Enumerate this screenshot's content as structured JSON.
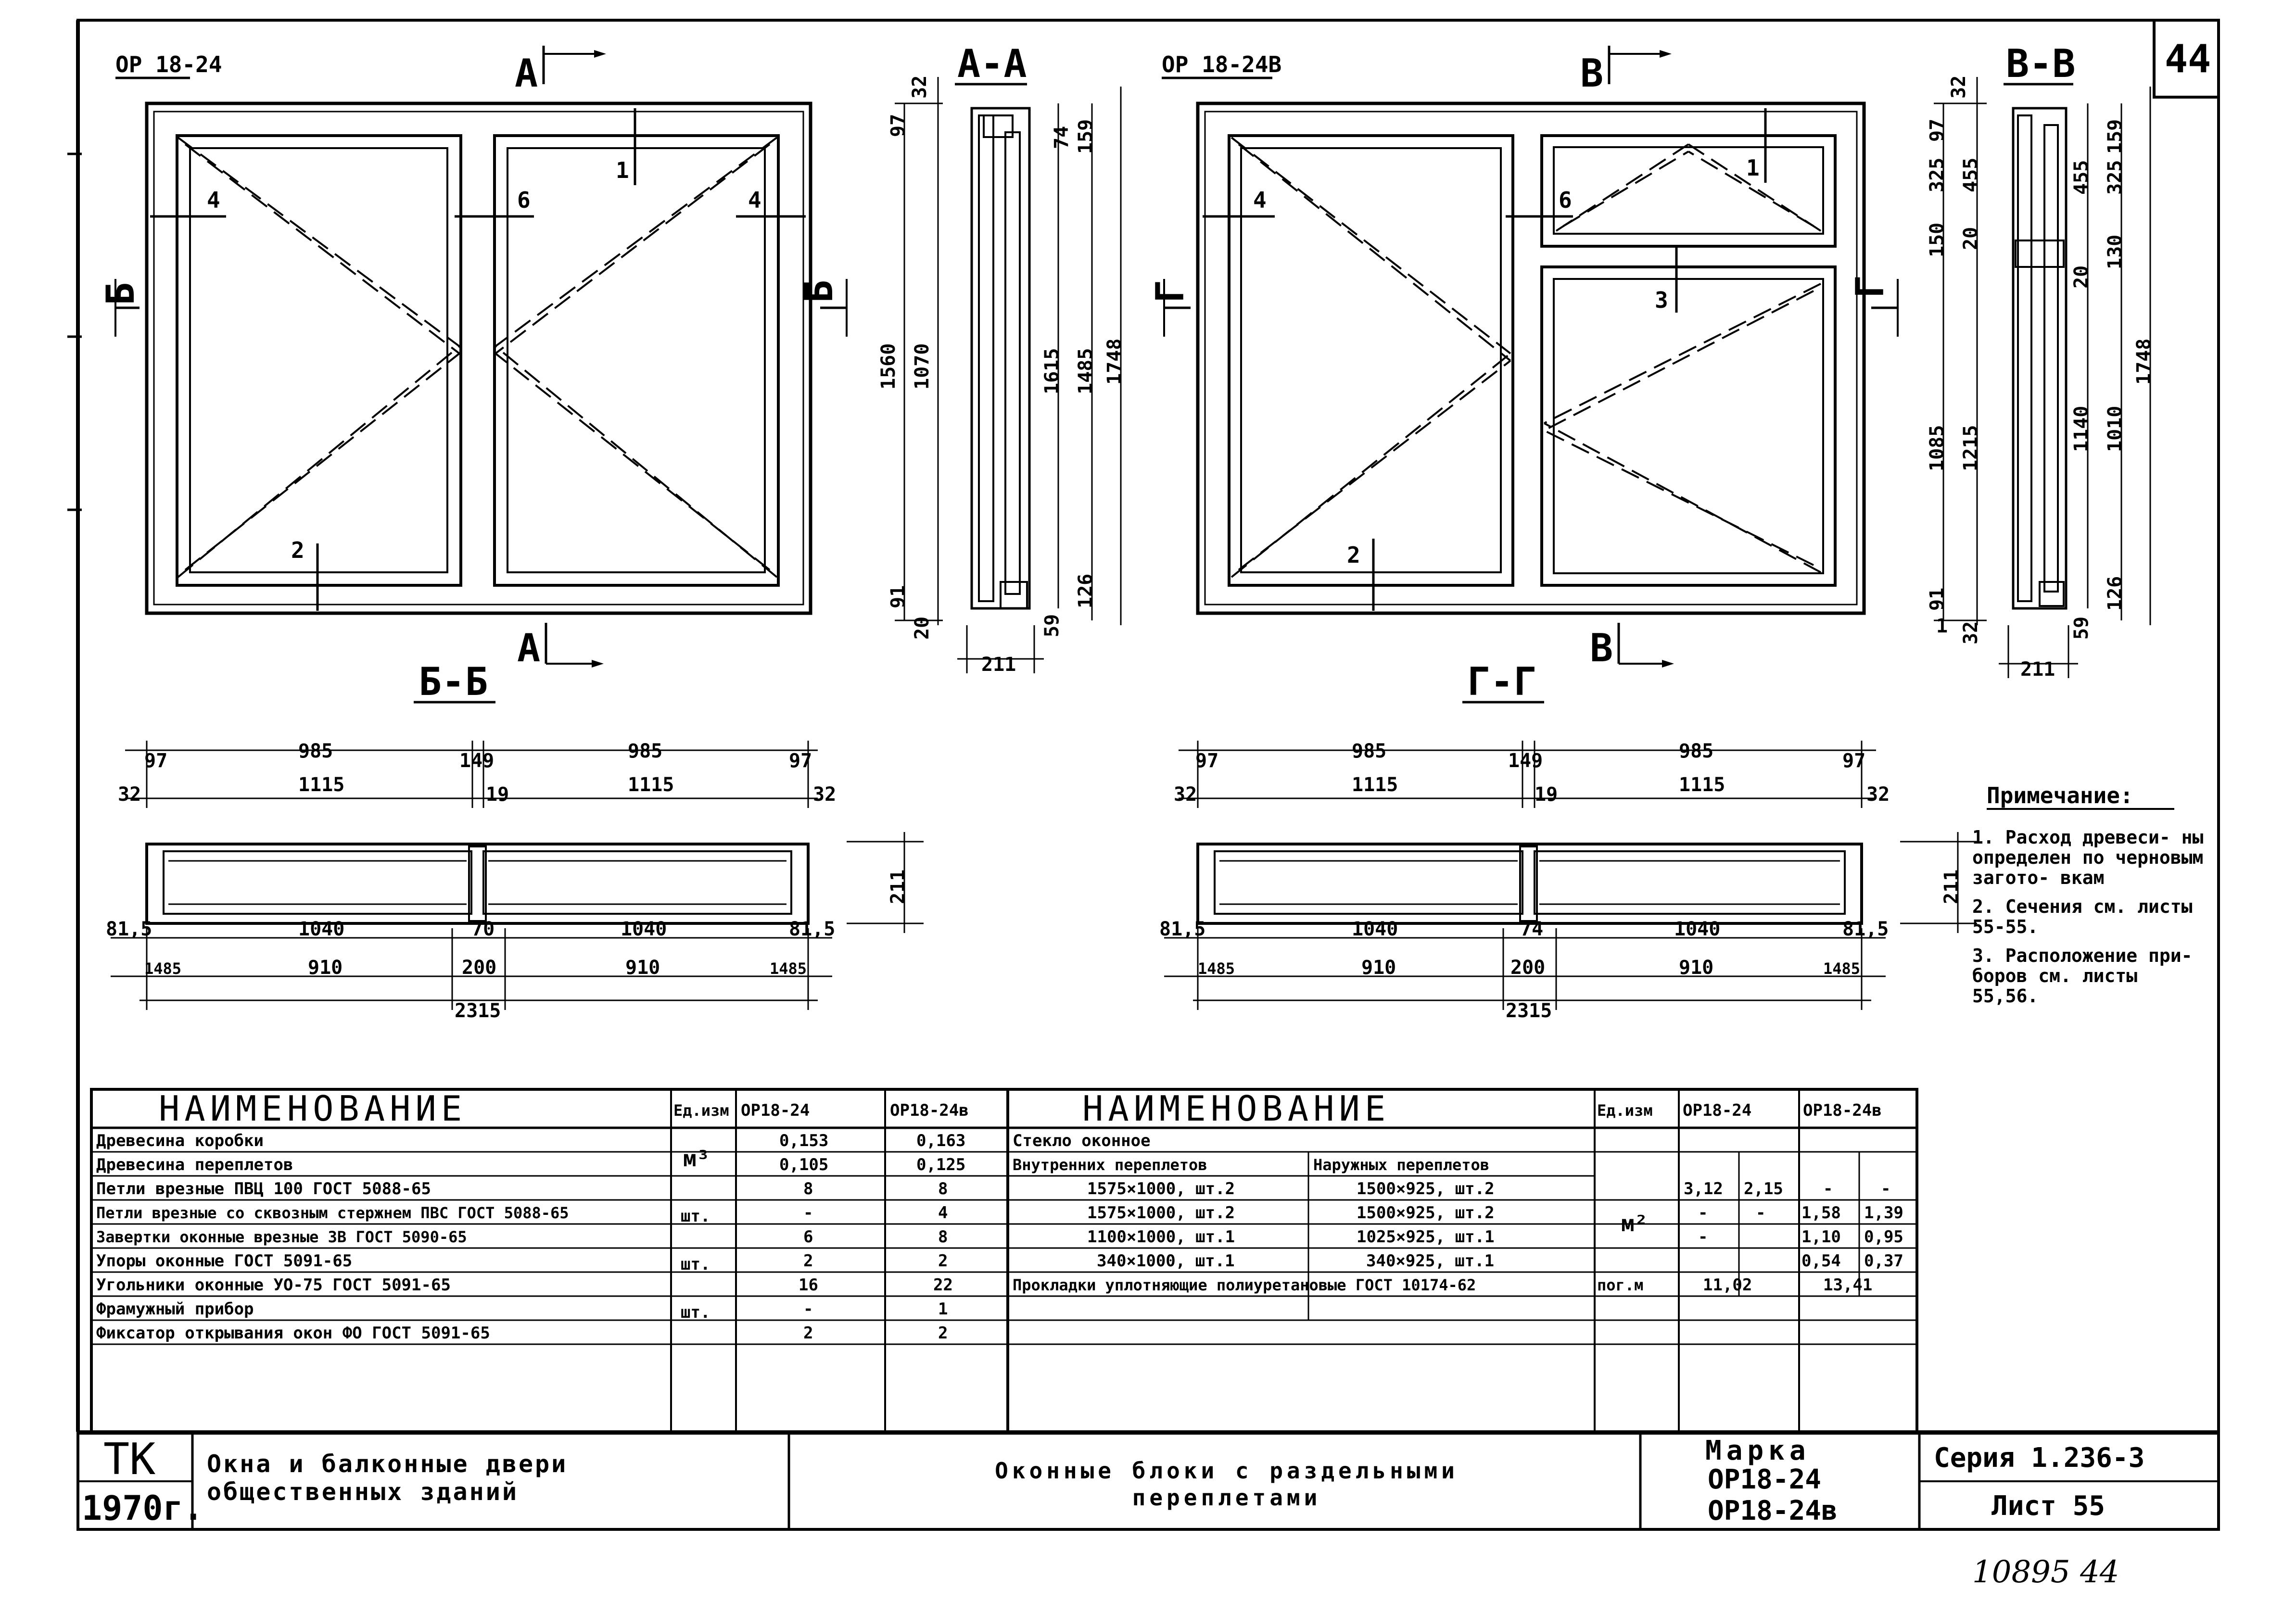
{
  "sheet_number": "44",
  "handwritten": "10895 44",
  "views": {
    "left_front": {
      "mark": "ОР 18-24",
      "section_top": "А",
      "section_bottom": "А",
      "side_left": "Б",
      "side_right": "Б",
      "callouts": [
        "1",
        "2",
        "4",
        "6",
        "4"
      ]
    },
    "section_aa": {
      "title": "А-А",
      "dims": [
        "32",
        "97",
        "1560",
        "1070",
        "1615",
        "1485",
        "1748",
        "91",
        "20",
        "126",
        "59",
        "211"
      ]
    },
    "right_front": {
      "mark": "ОР 18-24В",
      "section_top": "В",
      "section_bottom": "В",
      "side_left": "Г",
      "side_right": "Г",
      "callouts": [
        "1",
        "2",
        "3",
        "4",
        "6"
      ]
    },
    "section_vv": {
      "title": "В-В",
      "dims": [
        "32",
        "97",
        "325",
        "455",
        "150",
        "20",
        "1085",
        "1215",
        "91",
        "32",
        "1",
        "159",
        "455",
        "325",
        "130",
        "20",
        "1140",
        "1010",
        "1748",
        "126",
        "59",
        "211"
      ]
    },
    "section_bb": {
      "title": "Б-Б",
      "top_dims": [
        "97",
        "985",
        "149",
        "985",
        "97"
      ],
      "mid_dims": [
        "32",
        "1115",
        "19",
        "1115",
        "32"
      ],
      "side_dim": "211",
      "low_dims": [
        "81,5",
        "1040",
        "70",
        "1040",
        "81,5"
      ],
      "base_dims": [
        "1485",
        "910",
        "200",
        "910",
        "1485"
      ],
      "total": "2315"
    },
    "section_gg": {
      "title": "Г-Г",
      "top_dims": [
        "97",
        "985",
        "149",
        "985",
        "97"
      ],
      "mid_dims": [
        "32",
        "1115",
        "19",
        "1115",
        "32"
      ],
      "side_dim": "211",
      "low_dims": [
        "81,5",
        "1040",
        "74",
        "1040",
        "81,5"
      ],
      "base_dims": [
        "1485",
        "910",
        "200",
        "910",
        "1485"
      ],
      "total": "2315"
    }
  },
  "notes": {
    "title": "Примечание:",
    "items": [
      "1. Расход древеси- ны определен по черновым загото- вкам",
      "2. Сечения см. листы 55-55.",
      "3. Расположение при- боров см. листы 55,56."
    ]
  },
  "spec_table_left": {
    "headers": [
      "НАИМЕНОВАНИЕ",
      "Ед.изм",
      "ОР18-24",
      "ОР18-24в"
    ],
    "rows": [
      [
        "Древесина коробки",
        "м³",
        "0,153",
        "0,163"
      ],
      [
        "Древесина переплетов",
        "",
        "0,105",
        "0,125"
      ],
      [
        "Петли врезные ПВЦ 100 ГОСТ 5088-65",
        "шт.",
        "8",
        "8"
      ],
      [
        "Петли врезные со сквозным стержнем ПВС ГОСТ 5088-65",
        "",
        "-",
        "4"
      ],
      [
        "Завертки оконные врезные ЗВ ГОСТ 5090-65",
        "шт.",
        "6",
        "8"
      ],
      [
        "Упоры оконные ГОСТ 5091-65",
        "",
        "2",
        "2"
      ],
      [
        "Угольники оконные УО-75 ГОСТ 5091-65",
        "шт.",
        "16",
        "22"
      ],
      [
        "Фрамужный прибор",
        "",
        "-",
        "1"
      ],
      [
        "Фиксатор открывания окон ФО ГОСТ 5091-65",
        "",
        "2",
        "2"
      ]
    ]
  },
  "spec_table_right": {
    "headers": [
      "НАИМЕНОВАНИЕ",
      "Ед.изм",
      "ОР18-24",
      "ОР18-24в"
    ],
    "glass_title": "Стекло оконное",
    "sub_headers": [
      "Внутренних переплетов",
      "Наружных переплетов"
    ],
    "rows": [
      [
        "1575×1000, шт.2",
        "1500×925, шт.2",
        "",
        "3,12",
        "2,15",
        "-",
        "-"
      ],
      [
        "1575×1000, шт.2",
        "1500×925, шт.2",
        "м²",
        "-",
        "-",
        "1,58",
        "1,39"
      ],
      [
        "1100×1000, шт.1",
        "1025×925, шт.1",
        "",
        "-",
        "",
        "1,10",
        "0,95"
      ],
      [
        "340×1000, шт.1",
        "340×925, шт.1",
        "",
        "",
        "",
        "0,54",
        "0,37"
      ]
    ],
    "gasket_row": [
      "Прокладки уплотняющие полиуретановые ГОСТ 10174-62",
      "пог.м",
      "11,02",
      "13,41"
    ]
  },
  "title_block": {
    "org": "ТК",
    "year": "1970г.",
    "project": "Окна и балконные двери общественных зданий",
    "drawing": "Оконные блоки с раздельными переплетами",
    "brand_label": "Марка",
    "brands": [
      "ОР18-24",
      "ОР18-24в"
    ],
    "series": "Серия 1.236-3",
    "sheet": "Лист 55"
  }
}
